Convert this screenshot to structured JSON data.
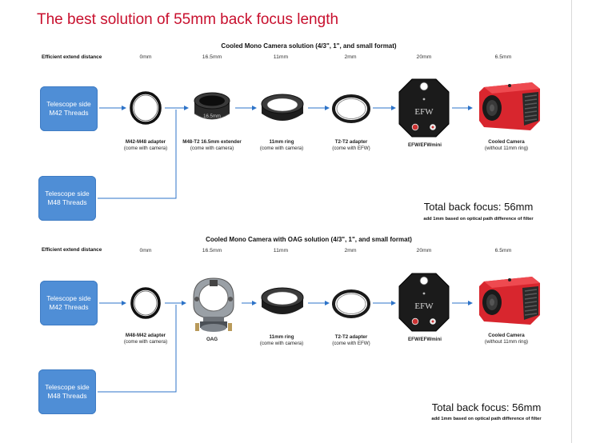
{
  "title": "The best solution of 55mm back focus length",
  "eff_label": "Efficient extend distance",
  "colors": {
    "title": "#c8102e",
    "box": "#4f8ed6",
    "arrow": "#2d73c8",
    "camera_red": "#d8262e"
  },
  "sections": [
    {
      "title": "Cooled Mono Camera solution (4/3\", 1\", and small format)",
      "distances": [
        "0mm",
        "16.5mm",
        "11mm",
        "2mm",
        "20mm",
        "6.5mm"
      ],
      "inputs": [
        {
          "line1": "Telescope side",
          "line2": "M42 Threads"
        },
        {
          "line1": "Telescope side",
          "line2": "M48 Threads"
        }
      ],
      "components": [
        {
          "name": "M42-M48 adapter",
          "sub": "(come with camera)",
          "icon": "ring-icon"
        },
        {
          "name": "M48-T2 16.5mm extender",
          "sub": "(come with camera)",
          "icon": "extender-icon"
        },
        {
          "name": "11mm ring",
          "sub": "(come with camera)",
          "icon": "ring-icon"
        },
        {
          "name": "T2-T2 adapter",
          "sub": "(come with EFW)",
          "icon": "ring-icon"
        },
        {
          "name": "EFW/EFWmini",
          "sub": "",
          "icon": "filter-wheel-icon"
        },
        {
          "name": "Cooled Camera",
          "sub": "(without 11mm ring)",
          "icon": "camera-icon"
        }
      ],
      "extender_engraving": "16.5mm",
      "efw_label": "EFW",
      "total": "Total back focus: 56mm",
      "note": "add 1mm based on optical path difference of filter"
    },
    {
      "title": "Cooled Mono Camera with OAG solution (4/3\", 1\", and small format)",
      "distances": [
        "0mm",
        "16.5mm",
        "11mm",
        "2mm",
        "20mm",
        "6.5mm"
      ],
      "inputs": [
        {
          "line1": "Telescope side",
          "line2": "M42 Threads"
        },
        {
          "line1": "Telescope side",
          "line2": "M48 Threads"
        }
      ],
      "components": [
        {
          "name": "M48-M42 adapter",
          "sub": "(come with camera)",
          "icon": "ring-icon"
        },
        {
          "name": "OAG",
          "sub": "",
          "icon": "oag-icon"
        },
        {
          "name": "11mm ring",
          "sub": "(come with camera)",
          "icon": "ring-icon"
        },
        {
          "name": "T2-T2 adapter",
          "sub": "(come with EFW)",
          "icon": "ring-icon"
        },
        {
          "name": "EFW/EFWmini",
          "sub": "",
          "icon": "filter-wheel-icon"
        },
        {
          "name": "Cooled Camera",
          "sub": "(without 11mm ring)",
          "icon": "camera-icon"
        }
      ],
      "efw_label": "EFW",
      "total": "Total back focus: 56mm",
      "note": "add 1mm based on optical path difference of filter"
    }
  ]
}
